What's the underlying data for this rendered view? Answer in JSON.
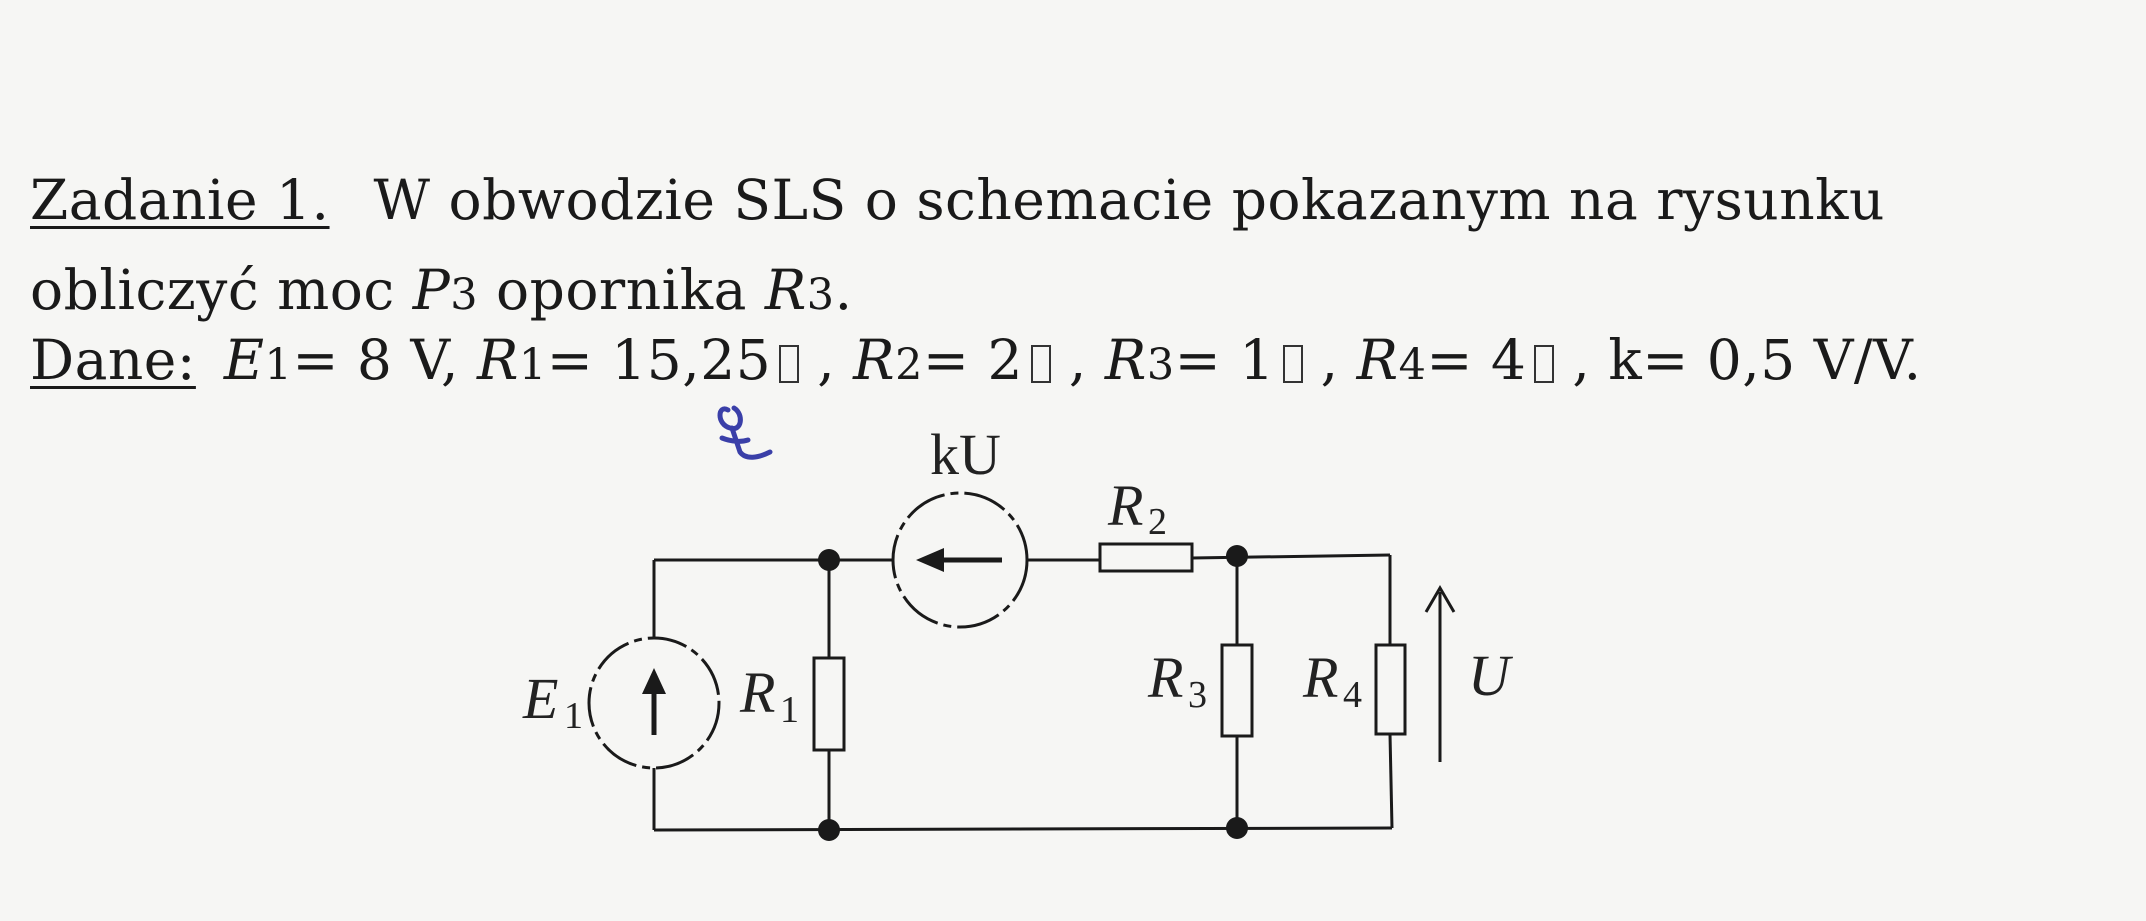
{
  "task": {
    "label": "Zadanie 1.",
    "text_line1": "W obwodzie SLS o schemacie pokazanym na rysunku",
    "line2_a": "obliczyć moc ",
    "p3_sym": "P",
    "p3_sub": "3",
    "line2_b": " opornika ",
    "r3_sym": "R",
    "r3_sub": "3",
    "line2_end": "."
  },
  "given": {
    "label": "Dane:",
    "e1_sym": "E",
    "e1_sub": "1",
    "e1_val": "= 8 V, ",
    "r1_sym": "R",
    "r1_sub": "1",
    "r1_val": "= 15,25",
    "r2_sym": "R",
    "r2_sub": "2",
    "r2_val": "= 2",
    "r3_sym": "R",
    "r3_sub": "3",
    "r3_val": "= 1",
    "r4_sym": "R",
    "r4_sub": "4",
    "r4_val": "= 4",
    "sep": " ,",
    "k_val": " , k= 0,5 V/V."
  },
  "circuit": {
    "ku_label": "kU",
    "r2_label": "R",
    "r2_sub": "2",
    "e1_label": "E",
    "e1_sub": "1",
    "r1_label": "R",
    "r1_sub": "1",
    "r3_label": "R",
    "r3_sub": "3",
    "r4_label": "R",
    "r4_sub": "4",
    "u_label": "U"
  },
  "colors": {
    "ink": "#1a1a1a",
    "pen_mark": "#3a3fa8",
    "paper": "#f6f6f4"
  }
}
